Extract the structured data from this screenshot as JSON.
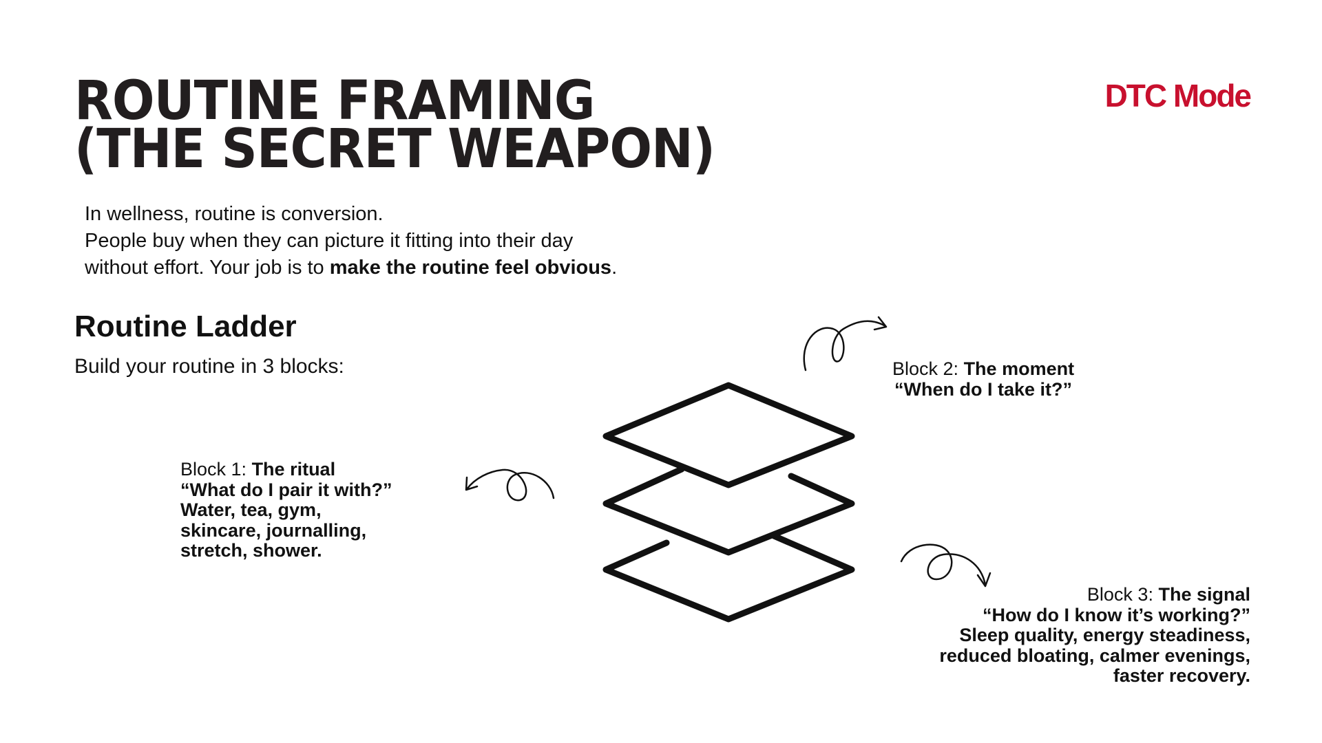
{
  "title": {
    "line1": "ROUTINE FRAMING",
    "line2": "(THE SECRET WEAPON)"
  },
  "logo": "DTC Mode",
  "brand_color": "#c8102e",
  "intro": {
    "line1": "In wellness, routine is conversion.",
    "line2": "People buy when they can picture it fitting into their day",
    "line3_plain": "without effort. Your job is to ",
    "line3_bold": "make the routine feel obvious",
    "line3_end": "."
  },
  "ladder": {
    "heading": "Routine Ladder",
    "subheading": "Build your routine in 3 blocks:"
  },
  "blocks": [
    {
      "label": "Block 1:",
      "name": "The ritual",
      "question": "“What do I pair it with?”",
      "details": [
        "Water, tea, gym,",
        "skincare, journalling,",
        "stretch, shower."
      ]
    },
    {
      "label": "Block 2:",
      "name": "The moment",
      "question": "“When do I take it?”",
      "details": []
    },
    {
      "label": "Block 3:",
      "name": "The signal",
      "question": "“How do I know it’s working?”",
      "details": [
        "Sleep quality, energy steadiness,",
        "reduced bloating, calmer evenings,",
        "faster recovery."
      ]
    }
  ]
}
